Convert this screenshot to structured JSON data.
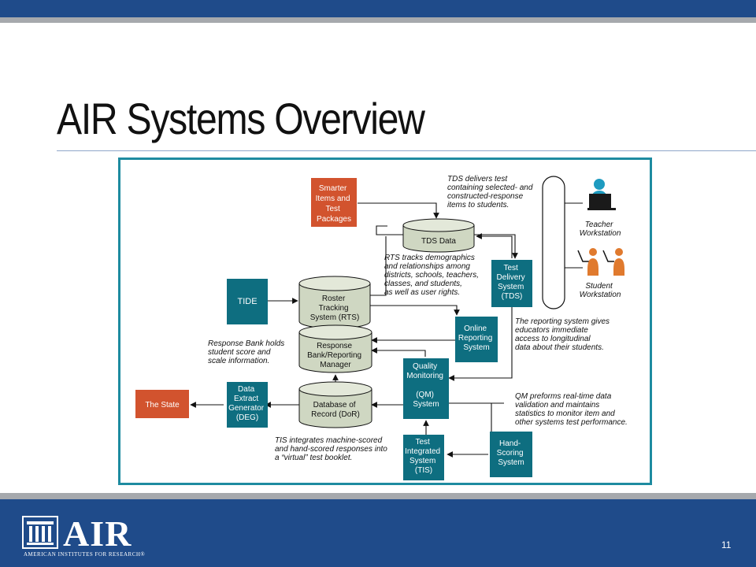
{
  "slide": {
    "title": "AIR Systems Overview",
    "page_number": "11"
  },
  "logo": {
    "name": "AIR",
    "tagline": "AMERICAN INSTITUTES FOR RESEARCH®"
  },
  "diagram": {
    "nodes": {
      "smarter_items": [
        "Smarter",
        "Items and",
        "Test",
        "Packages"
      ],
      "tds_data": [
        "TDS Data"
      ],
      "tide": [
        "TIDE"
      ],
      "rts": [
        "Roster",
        "Tracking",
        "System (RTS)"
      ],
      "tds": [
        "Test",
        "Delivery",
        "System",
        "(TDS)"
      ],
      "online_reporting": [
        "Online",
        "Reporting",
        "System"
      ],
      "response_bank": [
        "Response",
        "Bank/Reporting",
        "Manager"
      ],
      "qm": [
        "Quality",
        "Monitoring",
        "",
        "(QM)",
        "System"
      ],
      "dor": [
        "Database of",
        "Record (DoR)"
      ],
      "deg": [
        "Data",
        "Extract",
        "Generator",
        "(DEG)"
      ],
      "the_state": [
        "The State"
      ],
      "tis": [
        "Test",
        "Integrated",
        "System",
        "(TIS)"
      ],
      "hand_scoring": [
        "Hand-",
        "Scoring",
        "System"
      ],
      "teacher": [
        "Teacher",
        "Workstation"
      ],
      "student": [
        "Student",
        "Workstation"
      ]
    },
    "notes": {
      "tds_delivers": [
        "TDS delivers test",
        "containing selected- and",
        "constructed-response",
        "items to students."
      ],
      "rts_tracks": [
        "RTS tracks demographics",
        "and relationships among",
        "districts, schools, teachers,",
        "classes, and students,",
        "as well as user rights."
      ],
      "reporting": [
        "The reporting system gives",
        "educators immediate",
        "access to longitudinal",
        "data about their students."
      ],
      "response_bank": [
        "Response Bank holds",
        "student score and",
        "scale information."
      ],
      "qm": [
        "QM preforms real-time data",
        "validation and maintains",
        "statistics to monitor item and",
        "other systems test performance."
      ],
      "tis": [
        "TIS integrates machine-scored",
        "and hand-scored responses into",
        "a “virtual” test booklet."
      ]
    },
    "colors": {
      "teal": "#0e6e80",
      "orange": "#d2532e",
      "cylinder": "#cfd7c2",
      "border": "#1e8ba0",
      "person_teal": "#1e9bc0",
      "person_orange": "#e07a2e"
    }
  }
}
